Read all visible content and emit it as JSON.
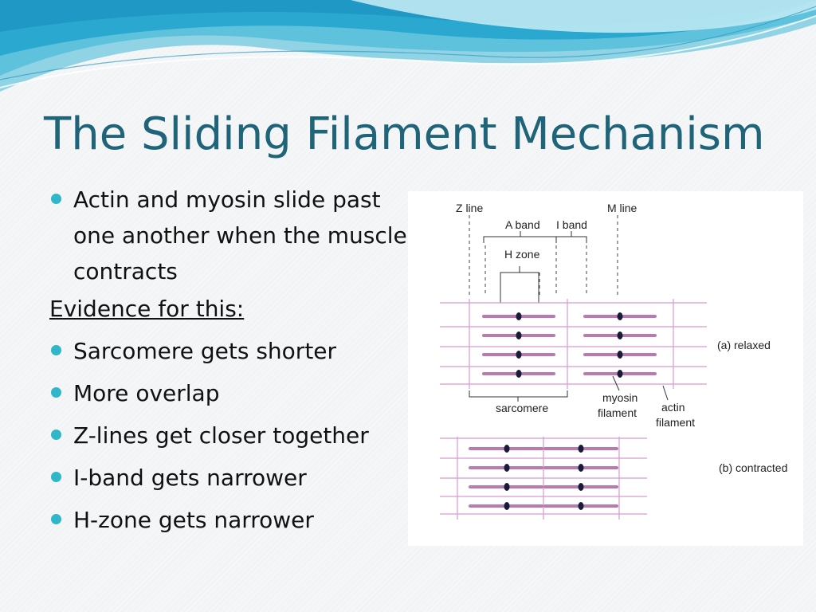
{
  "slide": {
    "title": "The Sliding Filament Mechanism",
    "accent_color": "#1f6478",
    "bullet_color": "#2fb6c8",
    "intro_bullet": "Actin and myosin slide past one another when the muscle contracts",
    "evidence_heading": "Evidence for this:",
    "evidence_bullets": [
      "Sarcomere gets shorter",
      "More overlap",
      "Z-lines get closer together",
      "I-band gets narrower",
      "H-zone gets narrower"
    ]
  },
  "diagram": {
    "labels": {
      "z_line": "Z line",
      "m_line": "M line",
      "a_band": "A band",
      "i_band": "I band",
      "h_zone": "H zone",
      "relaxed": "(a) relaxed",
      "contracted": "(b) contracted",
      "sarcomere": "sarcomere",
      "myosin_line1": "myosin",
      "myosin_line2": "filament",
      "actin_line1": "actin",
      "actin_line2": "filament"
    },
    "colors": {
      "actin": "#d89ad0",
      "myosin": "#b87ab0",
      "node": "#1a1a3a",
      "line": "#333333"
    }
  }
}
